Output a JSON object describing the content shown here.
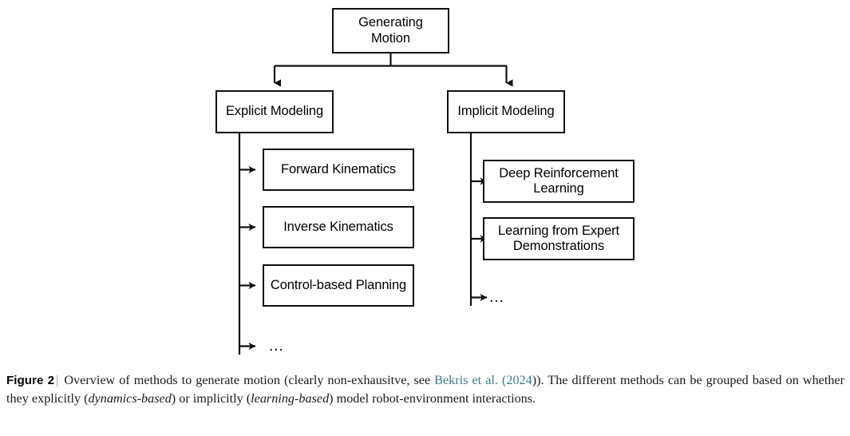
{
  "figure": {
    "label": "Figure 2",
    "separator": "|",
    "caption_parts": {
      "lead": "Overview of methods to generate motion (clearly non-exhausitve, see ",
      "cite_author": "Bekris et al.",
      "cite_open_paren": " (",
      "cite_year": "2024",
      "after_cite": ")). The different methods can be grouped based on whether they explicitly (",
      "em_1": "dynamics-based",
      "mid": ") or implicitly (",
      "em_2": "learning-based",
      "tail": ") model robot-environment interactions."
    }
  },
  "diagram": {
    "type": "tree-flowchart",
    "root": {
      "label": "Generating\nMotion",
      "line1": "Generating",
      "line2": "Motion"
    },
    "branches": [
      {
        "id": "explicit",
        "label": "Explicit Modeling",
        "children": [
          {
            "id": "forward-kinematics",
            "line1": "Forward Kinematics",
            "line2": ""
          },
          {
            "id": "inverse-kinematics",
            "line1": "Inverse Kinematics",
            "line2": ""
          },
          {
            "id": "control-based-planning",
            "line1": "Control-based Planning",
            "line2": ""
          }
        ],
        "more": "..."
      },
      {
        "id": "implicit",
        "label": "Implicit Modeling",
        "children": [
          {
            "id": "deep-reinforcement-learning",
            "line1": "Deep Reinforcement",
            "line2": "Learning"
          },
          {
            "id": "learning-from-expert-demonstrations",
            "line1": "Learning from Expert",
            "line2": "Demonstrations"
          }
        ],
        "more": "..."
      }
    ]
  },
  "colors": {
    "stroke": "#111111",
    "box_fill": "#ffffff",
    "page_background": "#ffffff",
    "caption_text": "#1a1a1a",
    "citation_link": "#3a7c8c",
    "separator_bar": "#8a8a8a"
  }
}
